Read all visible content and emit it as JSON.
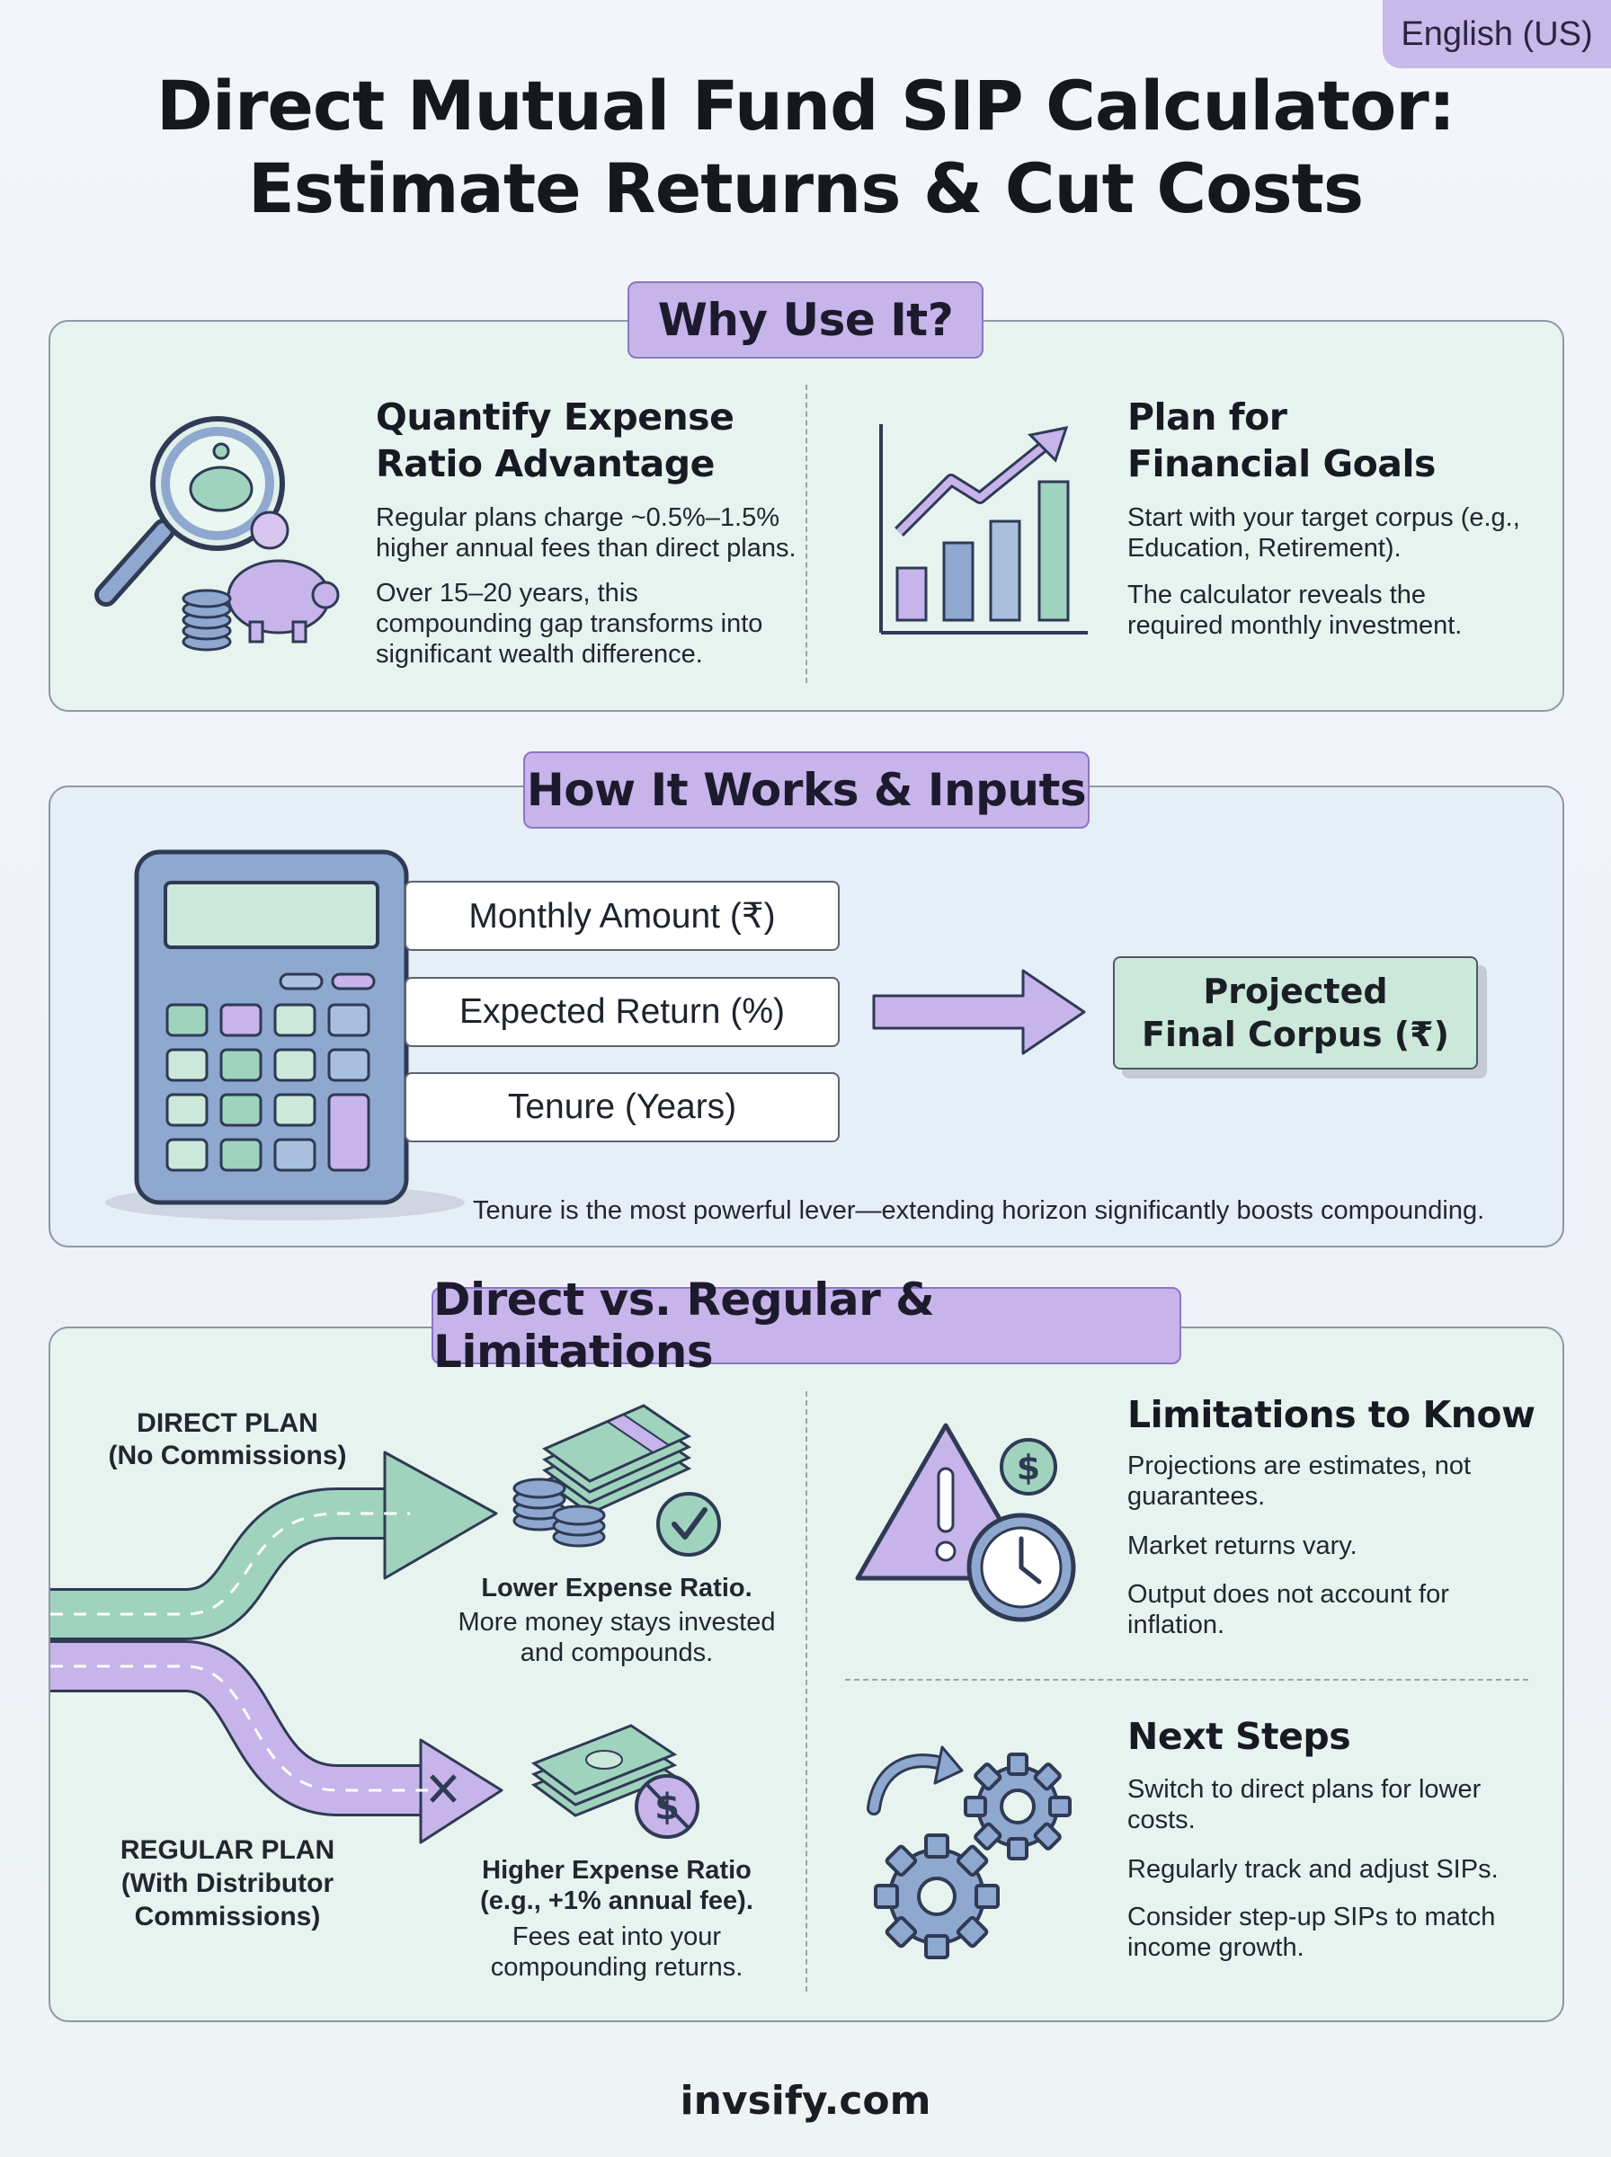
{
  "language": "English (US)",
  "title": {
    "line1": "Direct Mutual Fund SIP Calculator:",
    "line2": "Estimate Returns & Cut Costs"
  },
  "why": {
    "heading": "Why Use It?",
    "left": {
      "title_line1": "Quantify Expense",
      "title_line2": "Ratio Advantage",
      "p1": "Regular plans charge ~0.5%–1.5% higher annual fees than direct plans.",
      "p2": "Over 15–20 years, this compounding gap transforms into significant wealth difference."
    },
    "right": {
      "title_line1": "Plan for",
      "title_line2": "Financial Goals",
      "p1": "Start with your target corpus (e.g., Education, Retirement).",
      "p2": "The calculator reveals the required monthly investment."
    }
  },
  "how": {
    "heading": "How It Works & Inputs",
    "inputs": [
      "Monthly Amount (₹)",
      "Expected Return (%)",
      "Tenure (Years)"
    ],
    "output_line1": "Projected",
    "output_line2": "Final Corpus (₹)",
    "note": "Tenure is the most powerful lever—extending horizon significantly boosts compounding."
  },
  "compare": {
    "heading": "Direct vs. Regular & Limitations",
    "direct": {
      "label_line1": "DIRECT PLAN",
      "label_line2": "(No Commissions)",
      "benefit_title": "Lower Expense Ratio.",
      "benefit_text": "More money stays invested and compounds."
    },
    "regular": {
      "label_line1": "REGULAR PLAN",
      "label_line2": "(With Distributor",
      "label_line3": "Commissions)",
      "cost_title_line1": "Higher Expense Ratio",
      "cost_title_line2": "(e.g., +1% annual fee).",
      "cost_text": "Fees eat into your compounding returns."
    },
    "limitations": {
      "title": "Limitations to Know",
      "items": [
        "Projections are estimates, not guarantees.",
        "Market returns vary.",
        "Output does not account for inflation."
      ]
    },
    "next_steps": {
      "title": "Next Steps",
      "items": [
        "Switch to direct plans for lower costs.",
        "Regularly track and adjust SIPs.",
        "Consider step-up SIPs to match income growth."
      ]
    }
  },
  "footer": "invsify.com",
  "colors": {
    "purple": "#c6b4ea",
    "green": "#9fd3bd",
    "blue": "#8fa8cf"
  }
}
